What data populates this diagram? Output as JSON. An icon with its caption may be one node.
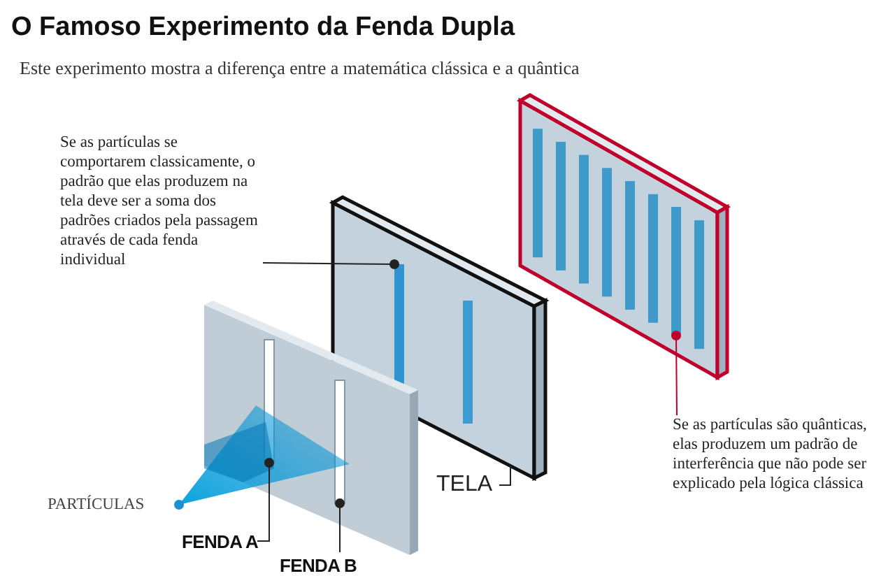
{
  "diagram": {
    "title": "O Famoso Experimento da Fenda Dupla",
    "caption": "Este experimento mostra a diferença entre a matemática clássica e a quântica",
    "nodes": [
      {
        "text": [
          "Se as partículas se comportarem classicamente, o padrão que elas produzem na tela deve ser a soma dos padrões criados pela passagem através de cada fenda individual"
        ]
      },
      {
        "text": [],
        "shape": "box"
      },
      {
        "text": [],
        "shape": "bar",
        "in": 1
      },
      {
        "text": [],
        "shape": "bar"
      },
      {
        "text": [
          "Se as partículas são quânticas, elas produzem um padrão de interferência que não pode ser explicado pela lógica clássica"
        ]
      },
      {
        "text": [],
        "shape": "bar"
      },
      {
        "text": [],
        "shape": "bar"
      },
      {
        "text": [
          "FENDA A"
        ]
      },
      {
        "text": [
          "FENDA B"
        ]
      },
      {
        "text": [
          "TELA"
        ]
      }
    ],
    "edges": [
      {
        "from": 0,
        "to": 2,
        "arrow": "other"
      },
      {
        "from": 4,
        "to": 3,
        "arrow": "other",
        "color": "#c0002a"
      },
      {
        "from": 7,
        "to": 5,
        "arrow": "other"
      },
      {
        "from": 8,
        "to": 6,
        "arrow": "other"
      },
      {
        "from": 9,
        "to": 1,
        "arrow": "none"
      }
    ],
    "labels": [
      "PARTÍCULAS"
    ]
  }
}
